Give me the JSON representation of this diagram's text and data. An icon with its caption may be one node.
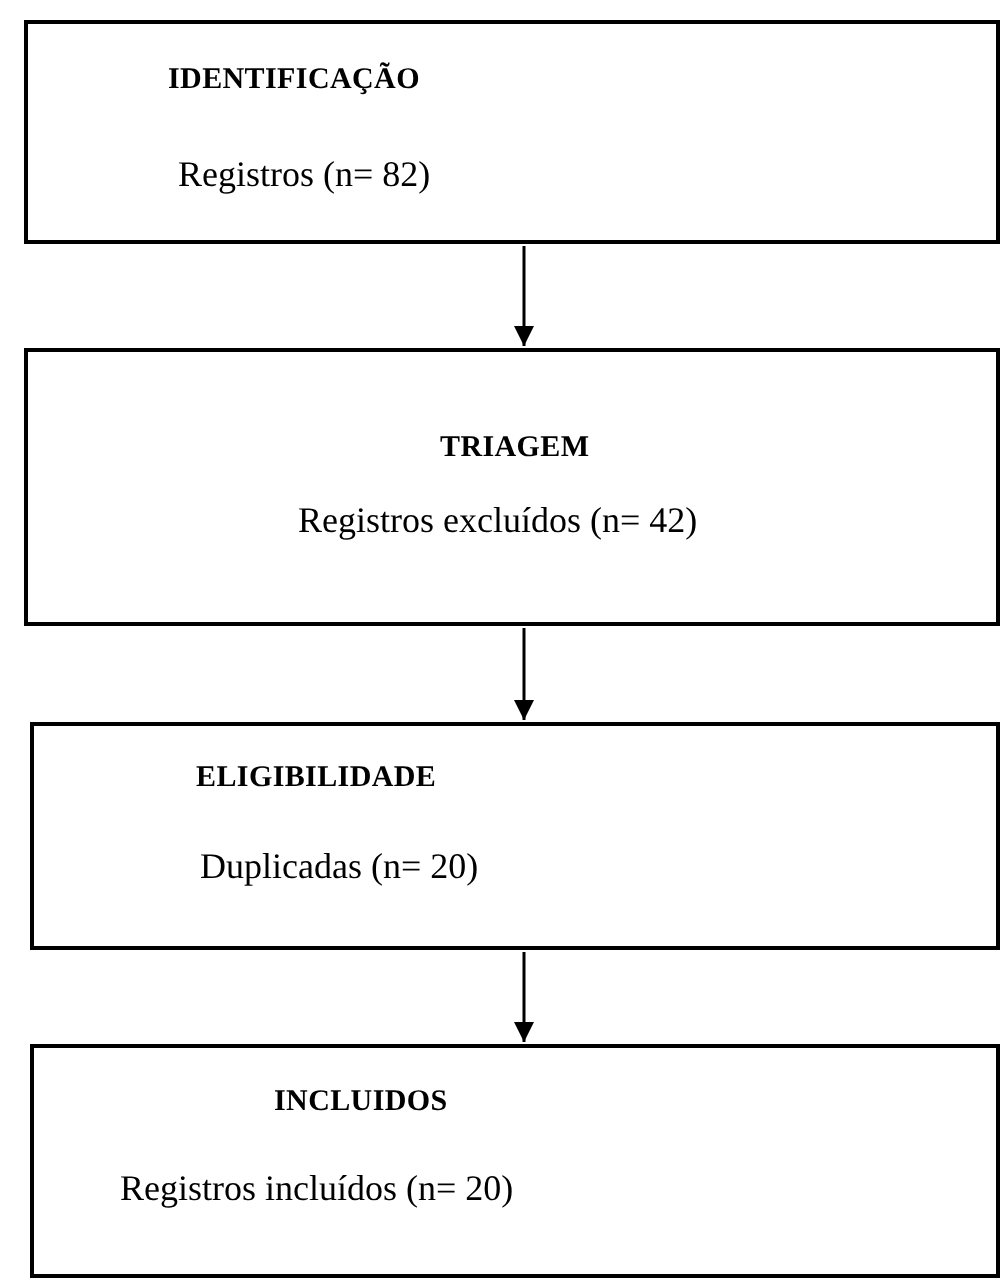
{
  "diagram": {
    "nodes": [
      {
        "text": [
          "IDENTIFICAÇÃO",
          "Registros (n= 82)"
        ]
      },
      {
        "text": [
          "TRIAGEM",
          "Registros excluídos (n= 42)"
        ]
      },
      {
        "text": [
          "ELIGIBILIDADE",
          "Duplicadas (n= 20)"
        ]
      },
      {
        "text": [
          "INCLUIDOS",
          "Registros incluídos (n= 20)"
        ]
      }
    ],
    "edges": [
      {
        "from": 0,
        "to": 1,
        "arrow": "to"
      },
      {
        "from": 1,
        "to": 2,
        "arrow": "to"
      },
      {
        "from": 2,
        "to": 3,
        "arrow": "to"
      }
    ]
  }
}
